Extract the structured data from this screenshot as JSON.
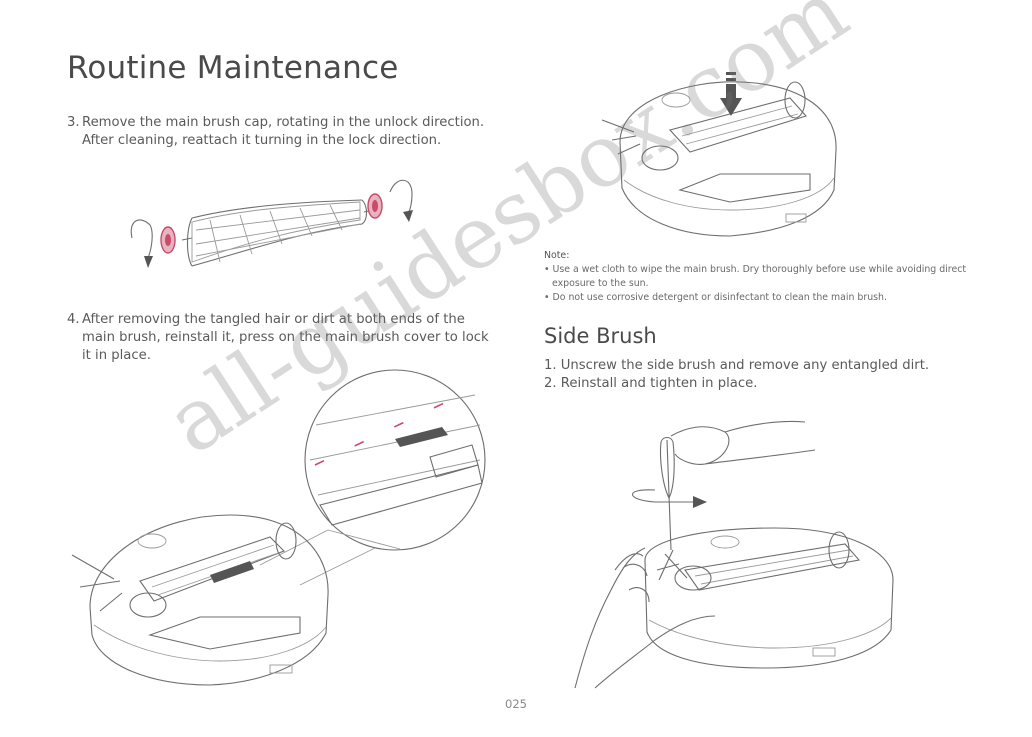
{
  "page": {
    "title": "Routine Maintenance",
    "page_number": "025",
    "watermark": "all-guidesbox.com"
  },
  "steps": [
    {
      "num": "3.",
      "text": "Remove the main brush cap, rotating in the unlock direction. After cleaning, reattach it turning in the lock direction."
    },
    {
      "num": "4.",
      "text": "After removing the tangled hair or dirt at both ends of the main brush, reinstall it, press on the main brush cover to lock it in place."
    }
  ],
  "note": {
    "label": "Note:",
    "items": [
      "Use a wet cloth to wipe the main brush. Dry thoroughly before use while avoiding direct exposure to the sun.",
      "Do not use corrosive detergent or disinfectant to clean the main brush."
    ]
  },
  "side_brush": {
    "title": "Side Brush",
    "steps": [
      "1. Unscrew the side brush and remove any entangled dirt.",
      "2. Reinstall and tighten in place."
    ]
  },
  "colors": {
    "accent": "#c94a6a",
    "line": "#6e6e6e",
    "text": "#5a5a5a"
  },
  "icons": [
    "rotate-arrow-icon",
    "press-arrow-icon"
  ]
}
